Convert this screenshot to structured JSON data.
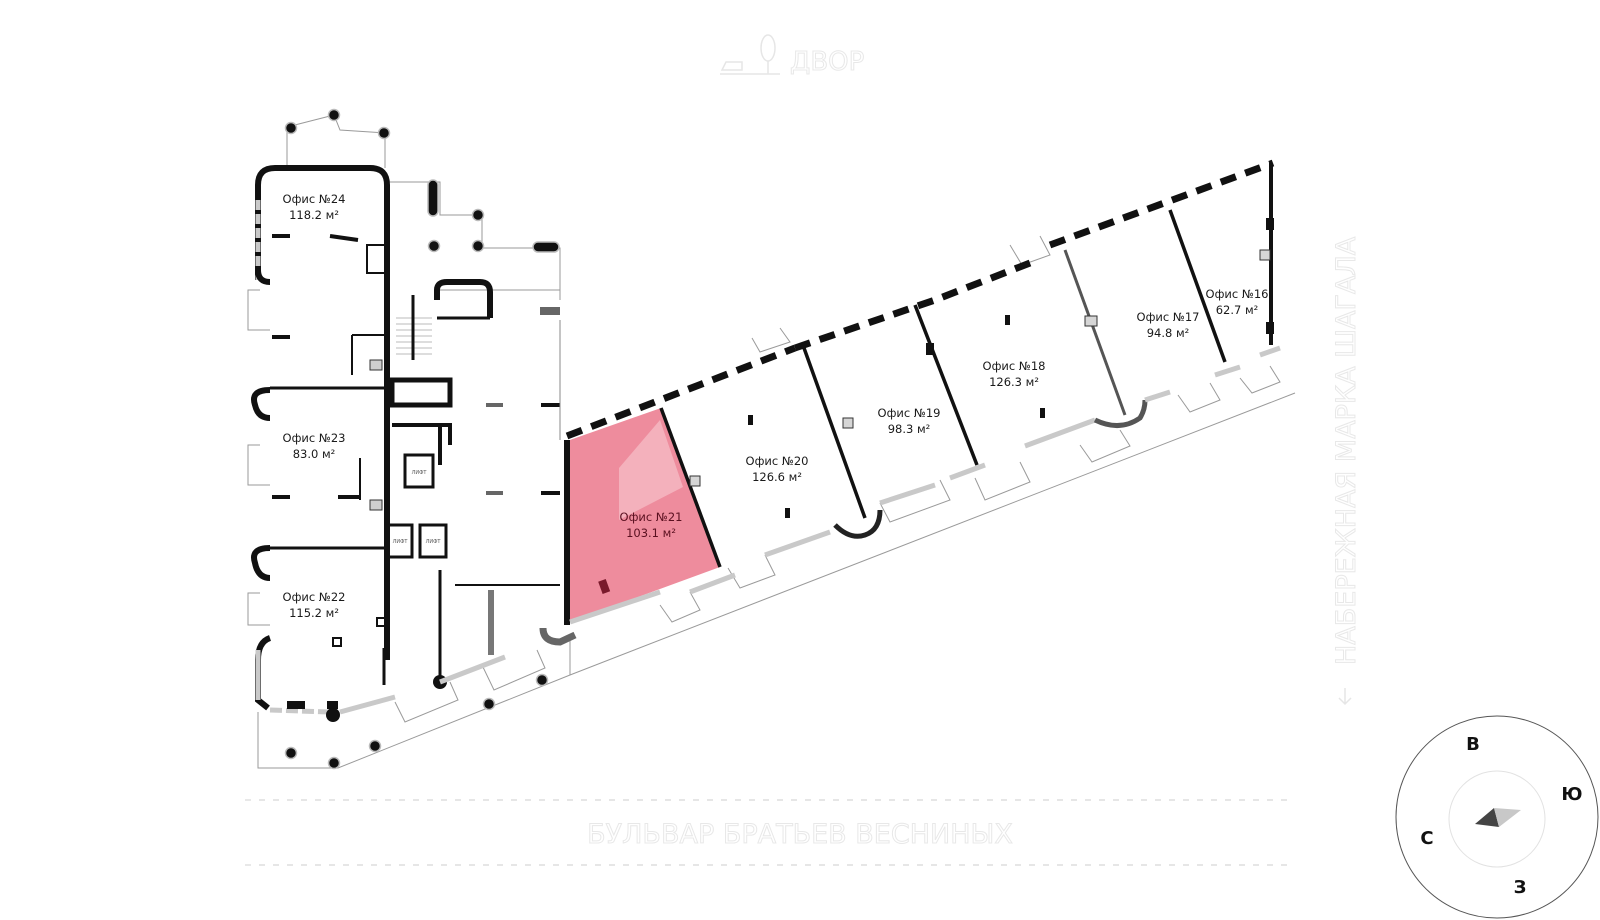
{
  "labels": {
    "courtyard": "ДВОР",
    "street_bottom": "БУЛЬВАР БРАТЬЕВ ВЕСНИНЫХ",
    "street_right": "НАБЕРЕЖНАЯ МАРКА ШАГАЛА",
    "lift": "ЛИФТ"
  },
  "colors": {
    "selected_fill": "#ee8c9d",
    "selected_highlight": "#f5b7c2",
    "wall": "#111111",
    "ghost_text": "#e8e8e8"
  },
  "offices": [
    {
      "id": "24",
      "name": "Офис №24",
      "area": "118.2 м²",
      "selected": false
    },
    {
      "id": "23",
      "name": "Офис №23",
      "area": "83.0 м²",
      "selected": false
    },
    {
      "id": "22",
      "name": "Офис №22",
      "area": "115.2 м²",
      "selected": false
    },
    {
      "id": "21",
      "name": "Офис №21",
      "area": "103.1 м²",
      "selected": true
    },
    {
      "id": "20",
      "name": "Офис №20",
      "area": "126.6 м²",
      "selected": false
    },
    {
      "id": "19",
      "name": "Офис №19",
      "area": "98.3 м²",
      "selected": false
    },
    {
      "id": "18",
      "name": "Офис №18",
      "area": "126.3 м²",
      "selected": false
    },
    {
      "id": "17",
      "name": "Офис №17",
      "area": "94.8 м²",
      "selected": false
    },
    {
      "id": "16",
      "name": "Офис №16",
      "area": "62.7 м²",
      "selected": false
    }
  ],
  "compass": {
    "north": "С",
    "east": "В",
    "south": "Ю",
    "west": "З"
  }
}
